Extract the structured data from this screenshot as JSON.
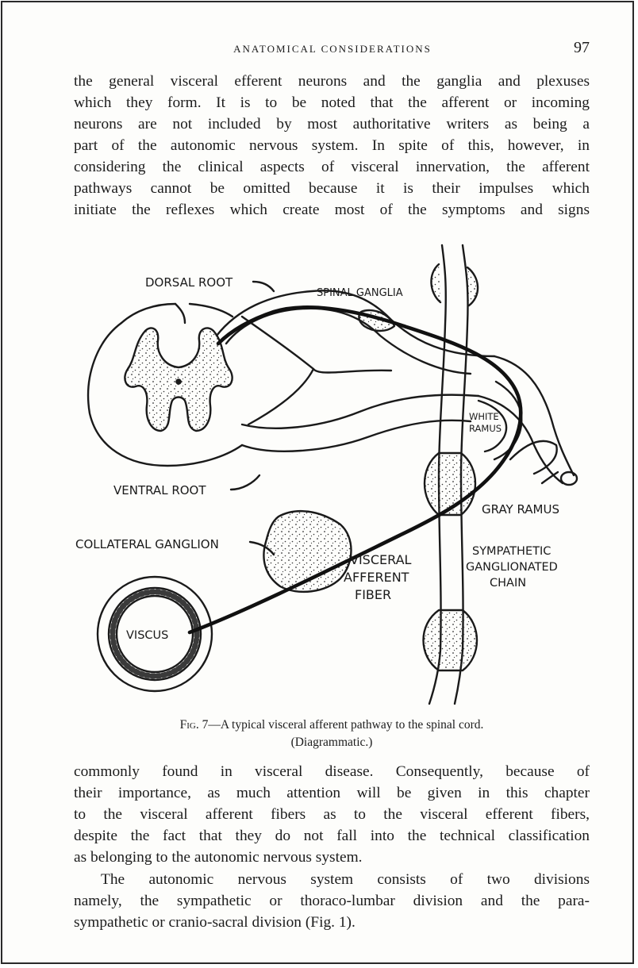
{
  "running_head": {
    "title": "ANATOMICAL CONSIDERATIONS",
    "page_number": "97"
  },
  "paragraph_1": {
    "lines": [
      "the general visceral efferent neurons and the ganglia and plexuses",
      "which they form. It is to be noted that the afferent or incoming",
      "neurons are not included by most authoritative writers as being a",
      "part of the autonomic nervous system. In spite of this, however, in",
      "considering the clinical aspects of visceral innervation, the afferent",
      "pathways cannot be omitted because it is their impulses which",
      "initiate the reflexes which create most of the symptoms and signs"
    ]
  },
  "figure": {
    "labels": {
      "dorsal_root": "DORSAL ROOT",
      "spinal_ganglia": "SPINAL GANGLIA",
      "white_ramus_1": "WHITE",
      "white_ramus_2": "RAMUS",
      "ventral_root": "VENTRAL ROOT",
      "gray_ramus": "GRAY RAMUS",
      "collateral_ganglion": "COLLATERAL GANGLION",
      "visceral_1": "VISCERAL",
      "visceral_2": "AFFERENT",
      "visceral_3": "FIBER",
      "chain_1": "SYMPATHETIC",
      "chain_2": "GANGLIONATED",
      "chain_3": "CHAIN",
      "viscus": "VISCUS"
    },
    "caption": {
      "fig_tag": "Fig. 7",
      "text": "—A typical visceral afferent pathway to the spinal cord.",
      "note": "(Diagrammatic.)"
    }
  },
  "paragraph_2": {
    "lines": [
      "commonly found in visceral disease. Consequently, because of",
      "their importance, as much attention will be given in this chapter",
      "to the visceral afferent fibers as to the visceral efferent fibers,",
      "despite the fact that they do not fall into the technical classification",
      "as belonging to the autonomic nervous system."
    ]
  },
  "paragraph_3": {
    "lines": [
      "The autonomic nervous system consists of two divisions",
      "namely, the sympathetic or thoraco-lumbar division and the para-",
      "sympathetic or cranio-sacral division (Fig. 1)."
    ]
  }
}
